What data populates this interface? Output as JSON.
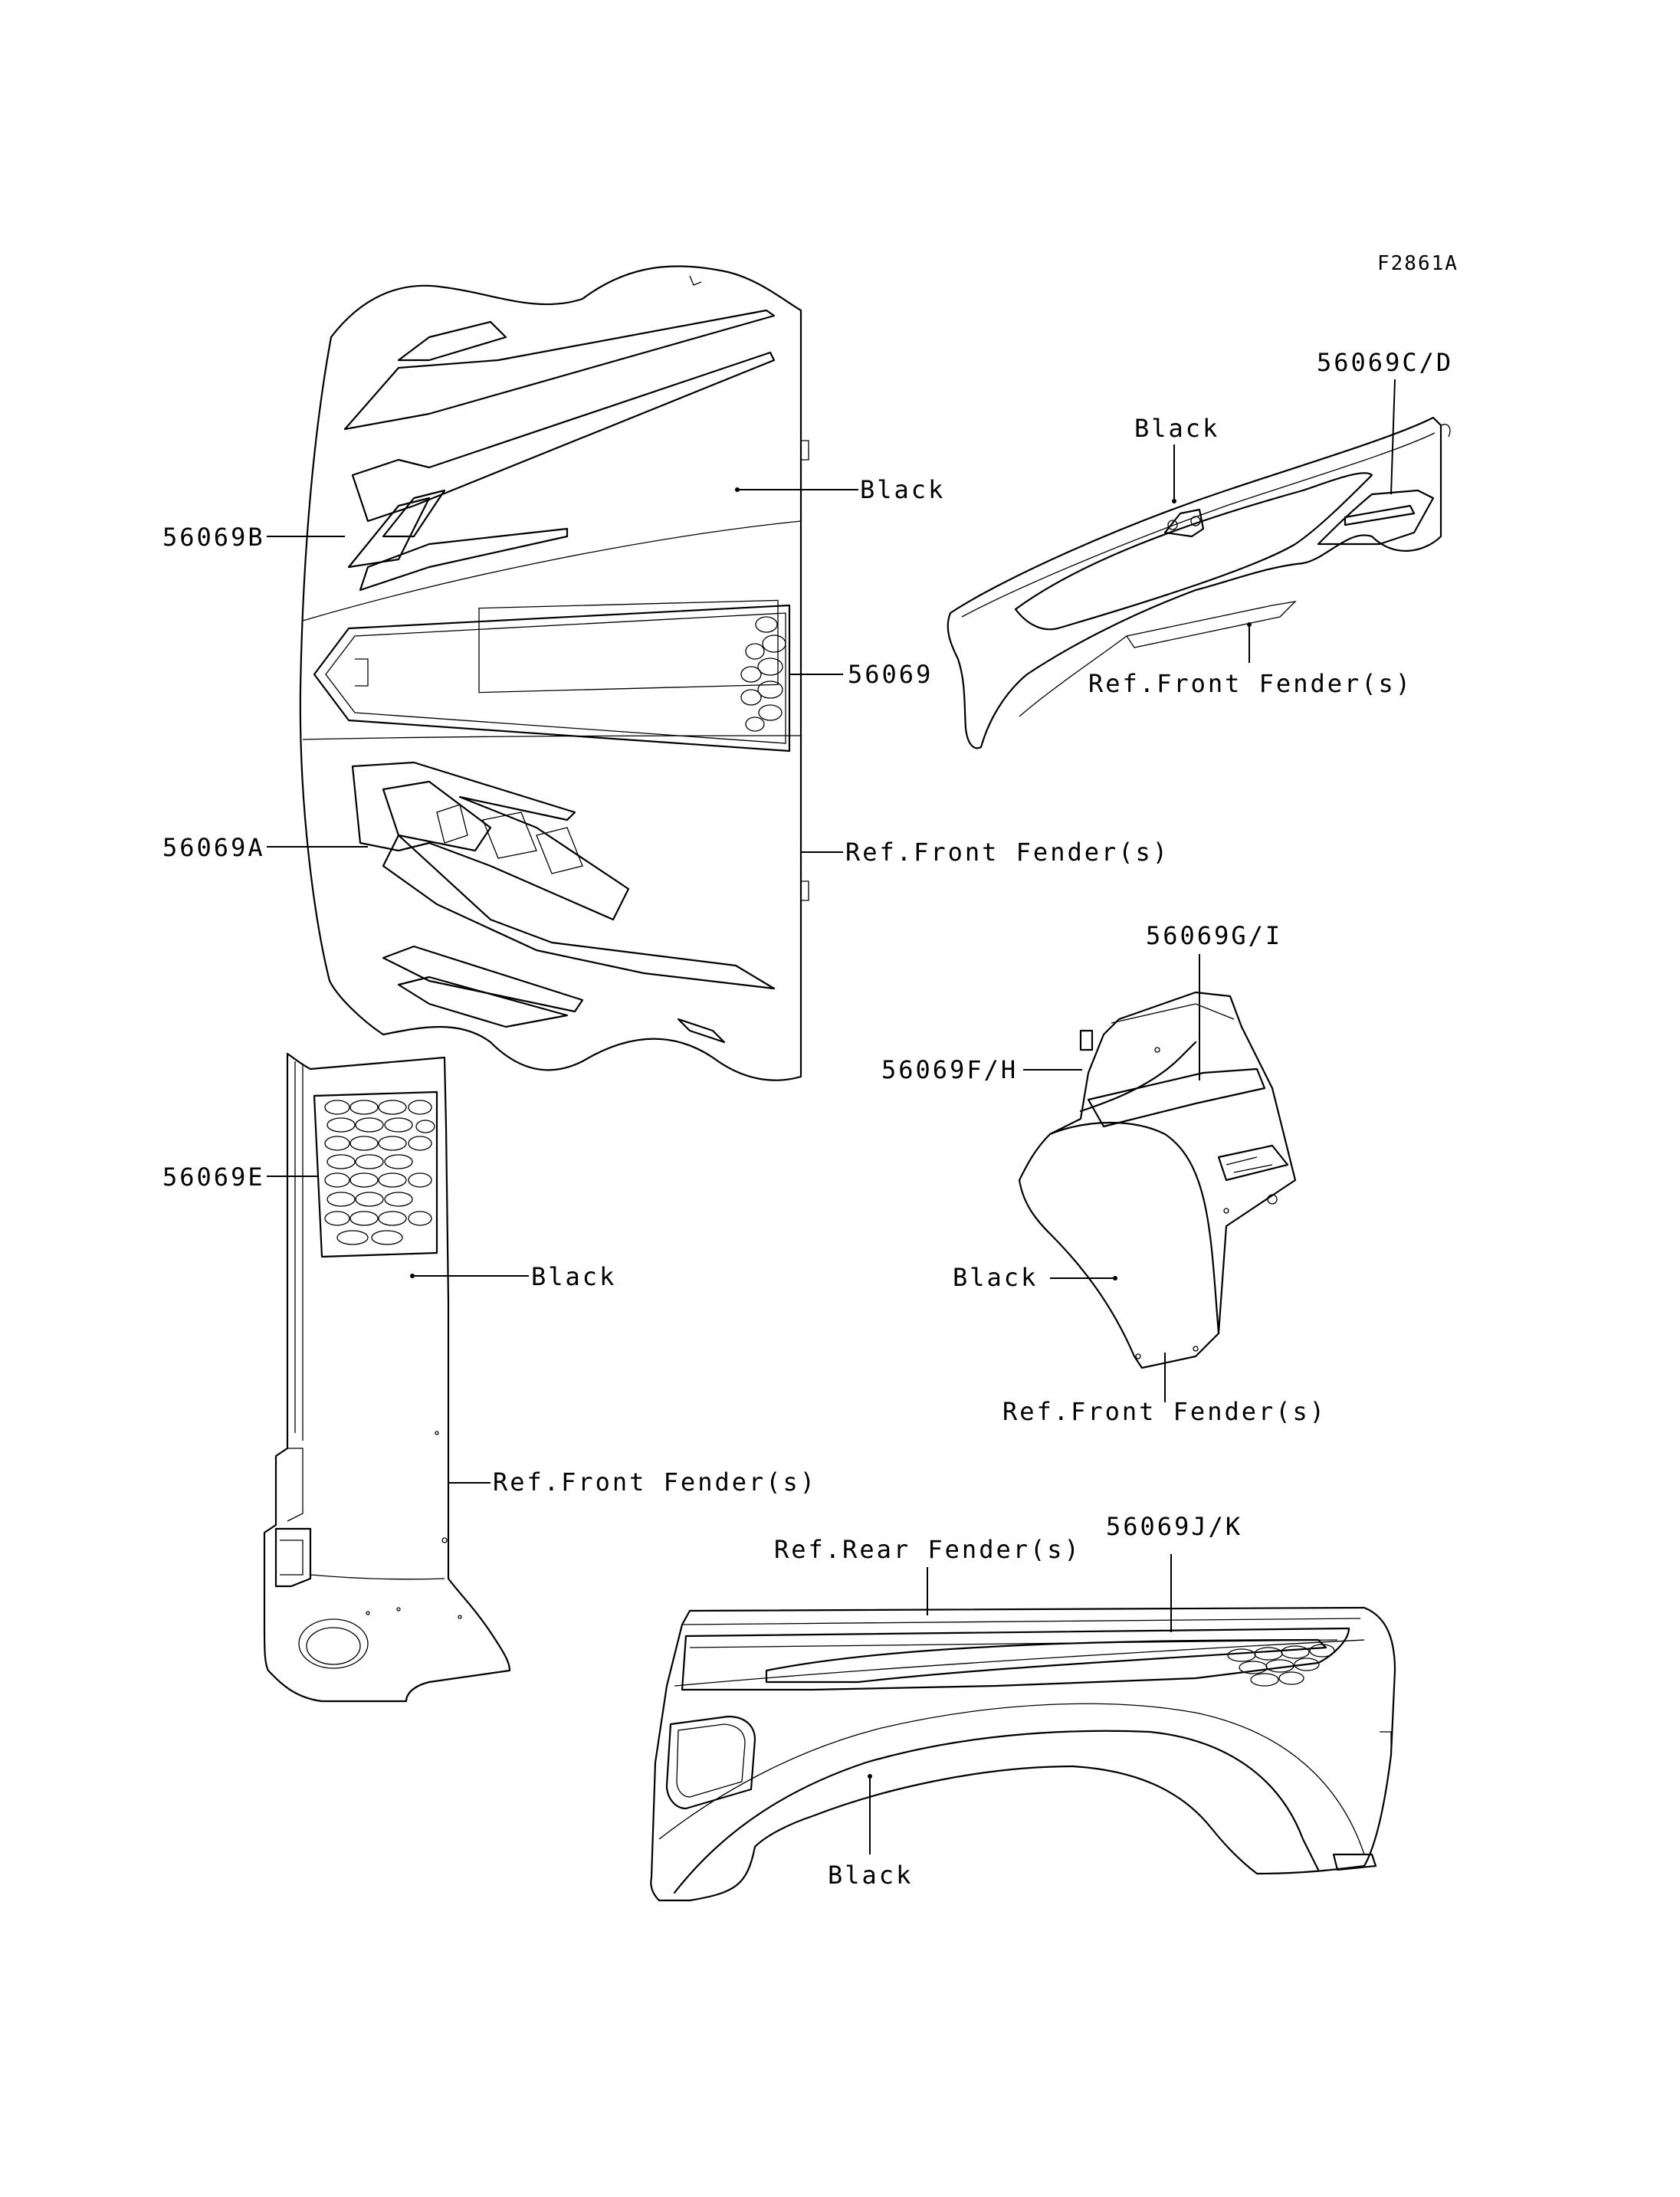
{
  "figure_code": "F2861A",
  "callouts": {
    "p56069B": "56069B",
    "p56069": "56069",
    "p56069A": "56069A",
    "p56069CD": "56069C/D",
    "p56069GI": "56069G/I",
    "p56069FH": "56069F/H",
    "p56069E": "56069E",
    "p56069JK": "56069J/K"
  },
  "notes": {
    "black_hood": "Black",
    "ref_front_hood": "Ref.Front Fender(s)",
    "black_front_right": "Black",
    "ref_front_right": "Ref.Front Fender(s)",
    "black_side": "Black",
    "ref_front_side": "Ref.Front Fender(s)",
    "black_left": "Black",
    "ref_front_left": "Ref.Front Fender(s)",
    "ref_rear": "Ref.Rear Fender(s)",
    "black_rear": "Black"
  }
}
